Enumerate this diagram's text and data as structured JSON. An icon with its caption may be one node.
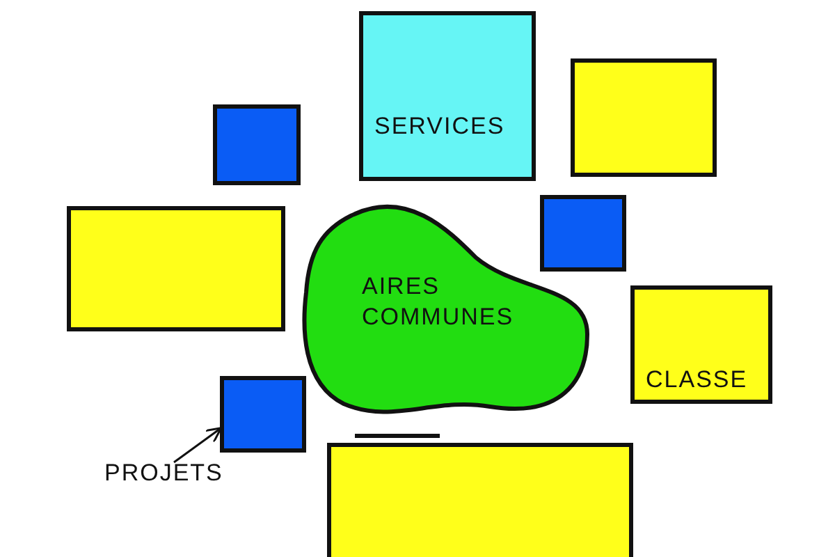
{
  "diagram": {
    "nodes": [
      {
        "text": [
          "SERVICES"
        ]
      },
      {
        "text": [],
        "shape": "box"
      },
      {
        "text": [],
        "shape": "box"
      },
      {
        "text": [],
        "shape": "box"
      },
      {
        "text": [
          "AIRES COMMUNES"
        ]
      },
      {
        "text": [],
        "shape": "box"
      },
      {
        "text": [
          "CLASSE"
        ]
      },
      {
        "text": [],
        "shape": "box"
      },
      {
        "text": [
          "PROJETS"
        ]
      },
      {
        "text": [],
        "shape": "box"
      }
    ],
    "edges": [
      {
        "from": 8,
        "to": 7,
        "arrow": "to"
      }
    ]
  }
}
